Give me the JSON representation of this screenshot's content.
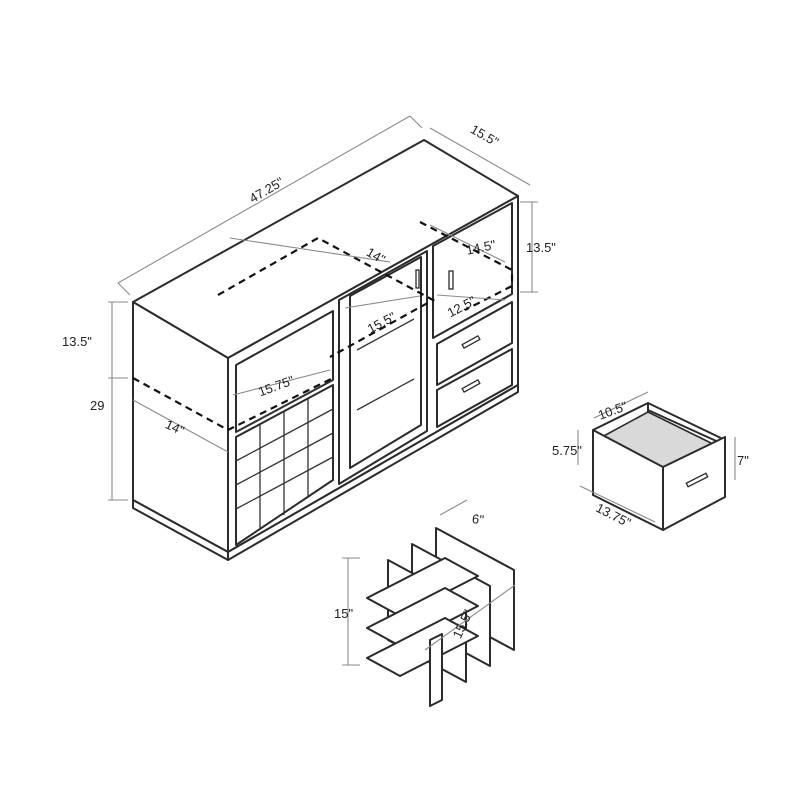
{
  "dimensions": {
    "overall_width": "47.25\"",
    "overall_depth": "15.5\"",
    "overall_height": "29",
    "upper_height_left": "13.5\"",
    "upper_height_right": "13.5\"",
    "top_shelf_depth": "14\"",
    "door_compartment_width": "14.5\"",
    "center_shelf_depth": "15.5\"",
    "drawer_compartment_depth": "12.5\"",
    "open_shelf_width": "15.75\"",
    "lower_shelf_depth": "14\"",
    "drawer_width": "10.5\"",
    "drawer_height_inner": "5.75\"",
    "drawer_height_front": "7\"",
    "drawer_depth": "13.75\"",
    "rack_cell_width": "6\"",
    "rack_height": "15\"",
    "rack_width": "15.5\""
  },
  "colors": {
    "line": "#2b2b2b",
    "dimension_line": "#8a8a8a",
    "panel_fill": "#ffffff"
  }
}
